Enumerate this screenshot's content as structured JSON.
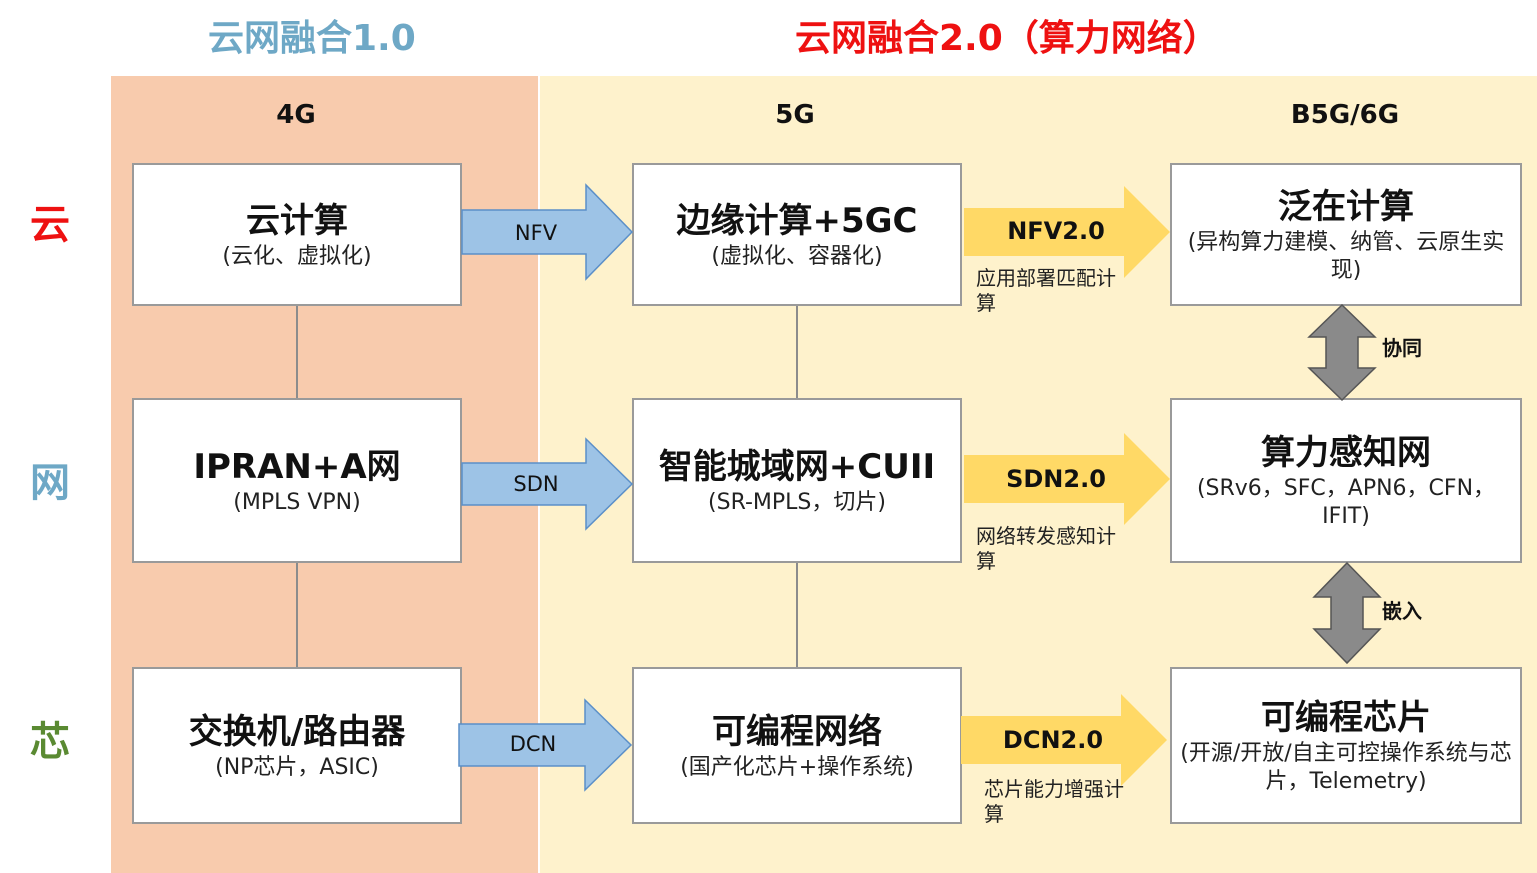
{
  "titles": {
    "left": "云网融合1.0",
    "right": "云网融合2.0（算力网络）"
  },
  "generations": {
    "g4": "4G",
    "g5": "5G",
    "g6": "B5G/6G"
  },
  "rows": {
    "cloud": "云",
    "network": "网",
    "chip": "芯"
  },
  "colors": {
    "cloud": "#ee1111",
    "network": "#6ea8c6",
    "chip": "#5a8a32",
    "blue_arrow": "#9dc3e6",
    "yellow_arrow": "#ffd966",
    "gray_arrow": "#8a8a8a"
  },
  "boxes": {
    "c4g": {
      "title": "云计算",
      "sub": "(云化、虚拟化)"
    },
    "n4g": {
      "title": "IPRAN+A网",
      "sub": "(MPLS VPN)"
    },
    "x4g": {
      "title": "交换机/路由器",
      "sub": "(NP芯片，ASIC)"
    },
    "c5g": {
      "title": "边缘计算+5GC",
      "sub": "(虚拟化、容器化)"
    },
    "n5g": {
      "title": "智能城域网+CUII",
      "sub": "(SR-MPLS，切片)"
    },
    "x5g": {
      "title": "可编程网络",
      "sub": "(国产化芯片+操作系统)"
    },
    "c6g": {
      "title": "泛在计算",
      "sub": "(异构算力建模、纳管、云原生实现)"
    },
    "n6g": {
      "title": "算力感知网",
      "sub": "(SRv6，SFC，APN6，CFN，IFIT)"
    },
    "x6g": {
      "title": "可编程芯片",
      "sub": "(开源/开放/自主可控操作系统与芯片，Telemetry)"
    }
  },
  "arrows": {
    "nfv": "NFV",
    "sdn": "SDN",
    "dcn": "DCN",
    "nfv2": "NFV2.0",
    "sdn2": "SDN2.0",
    "dcn2": "DCN2.0"
  },
  "notes": {
    "nfv2": "应用部署匹配计算",
    "sdn2": "网络转发感知计算",
    "dcn2": "芯片能力增强计算"
  },
  "vertical": {
    "sync": "协同",
    "embed": "嵌入"
  }
}
